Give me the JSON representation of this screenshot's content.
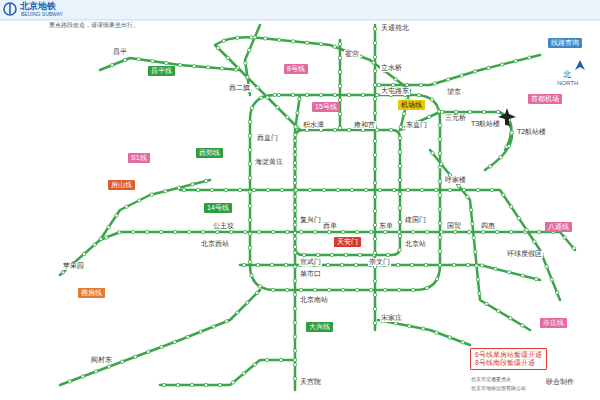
{
  "diagram": {
    "title": "北京地铁",
    "nodes": [
      {
        "text": [
          "昌平线"
        ]
      },
      {
        "text": [
          "8号线"
        ]
      },
      {
        "text": [
          "15号线"
        ]
      },
      {
        "text": [
          "机场线"
        ]
      },
      {
        "text": [
          "首都机场"
        ]
      },
      {
        "text": [
          "S1线"
        ]
      },
      {
        "text": [
          "西郊线"
        ]
      },
      {
        "text": [
          "房山线"
        ]
      },
      {
        "text": [
          "14号线"
        ]
      },
      {
        "text": [
          "八通线"
        ]
      },
      {
        "text": [
          "燕房线"
        ]
      },
      {
        "text": [
          "亦庄线"
        ]
      },
      {
        "text": [
          "大兴线"
        ]
      },
      {
        "text": [
          "天安门"
        ]
      },
      {
        "text": [
          "线路查询"
        ]
      },
      {
        "text": [
          "6号线草房站暂缓开通",
          "8号线南段暂缓开通"
        ]
      }
    ],
    "labels": [
      "BEIJING SUBWAY",
      "重点路段改造，请谨慎乘坐出行。",
      "北",
      "NORTH",
      "天通苑北",
      "昌平",
      "西二旗",
      "霍营",
      "立水桥",
      "望京",
      "三元桥",
      "T3航站楼",
      "T2航站楼",
      "西直门",
      "东直门",
      "雍和宫",
      "积水潭",
      "复兴门",
      "建国门",
      "西单",
      "东单",
      "国贸",
      "四惠",
      "公主坟",
      "苹果园",
      "北京站",
      "崇文门",
      "宣武门",
      "北京西站",
      "宋家庄",
      "菜市口",
      "大屯路东",
      "海淀黄庄",
      "呼家楼",
      "北京南站",
      "天宫院",
      "环球度假区",
      "阎村东",
      "北京市交通委员会",
      "北京市地铁运营有限公司",
      "联合制作"
    ]
  }
}
